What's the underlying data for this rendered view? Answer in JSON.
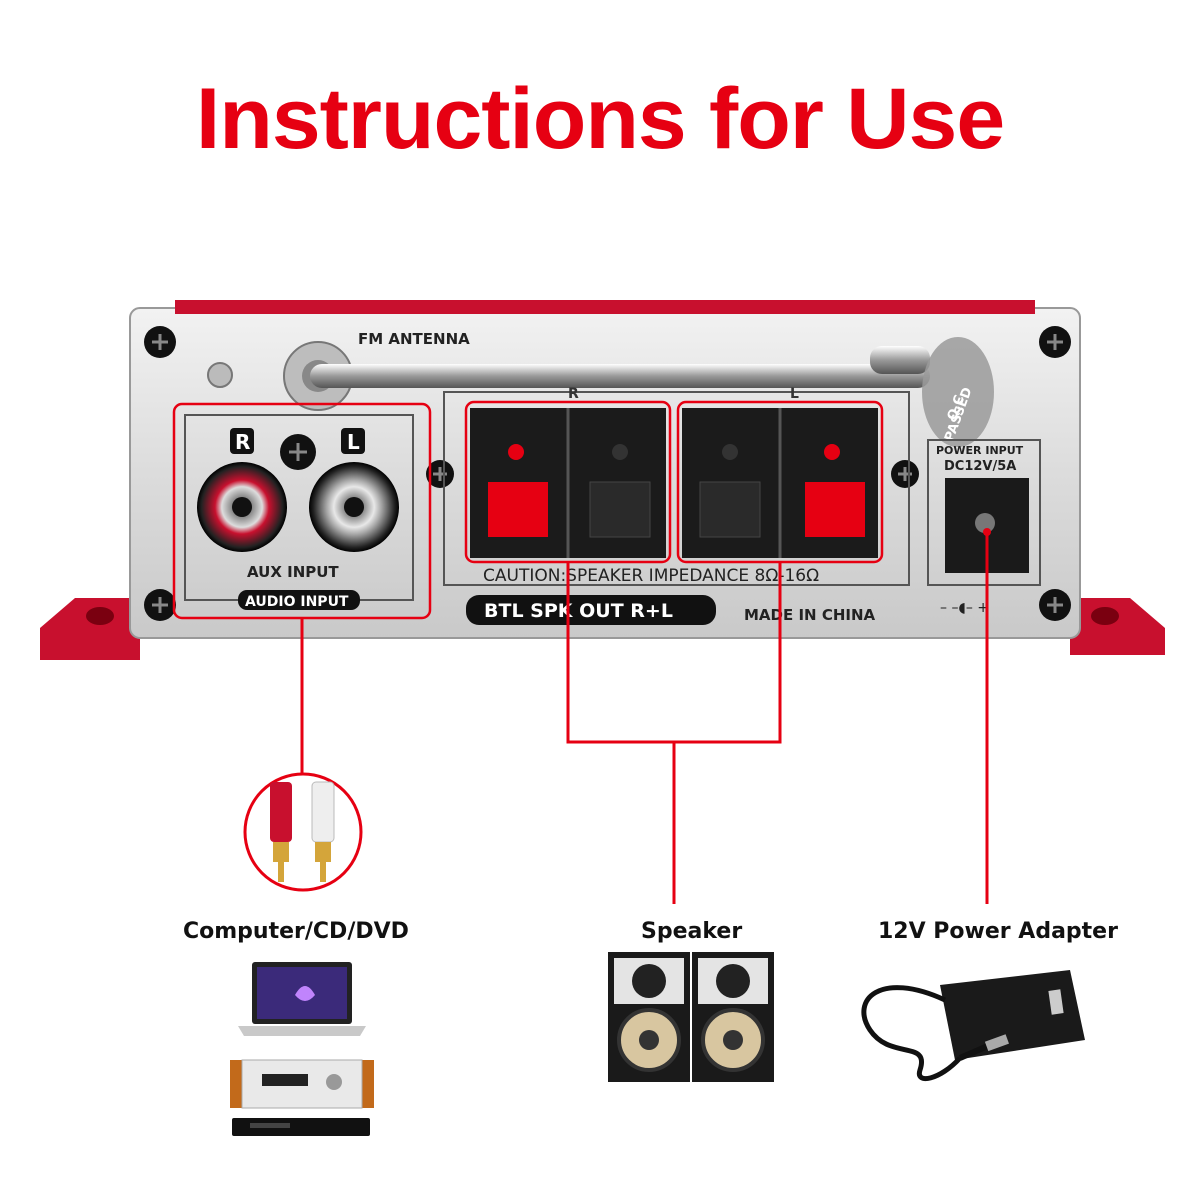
{
  "title": "Instructions for Use",
  "panel": {
    "fm_antenna": "FM ANTENNA",
    "qc_line1": "Q.C",
    "qc_line2": "PASSED",
    "aux_r": "R",
    "aux_l": "L",
    "aux_input": "AUX INPUT",
    "audio_input": "AUDIO INPUT",
    "channel_r": "R",
    "channel_l": "L",
    "caution": "CAUTION:SPEAKER IMPEDANCE 8Ω-16Ω",
    "btl": "BTL SPK OUT R+L",
    "made_in": "MADE IN CHINA",
    "power_input": "POWER INPUT",
    "power_rating": "DC12V/5A",
    "polarity": "–  –◖–  +"
  },
  "labels": {
    "computer": "Computer/CD/DVD",
    "speaker": "Speaker",
    "power": "12V Power Adapter"
  },
  "colors": {
    "accent": "#e60012",
    "panel": "#d9d9d9",
    "bracket": "#c8102e"
  }
}
